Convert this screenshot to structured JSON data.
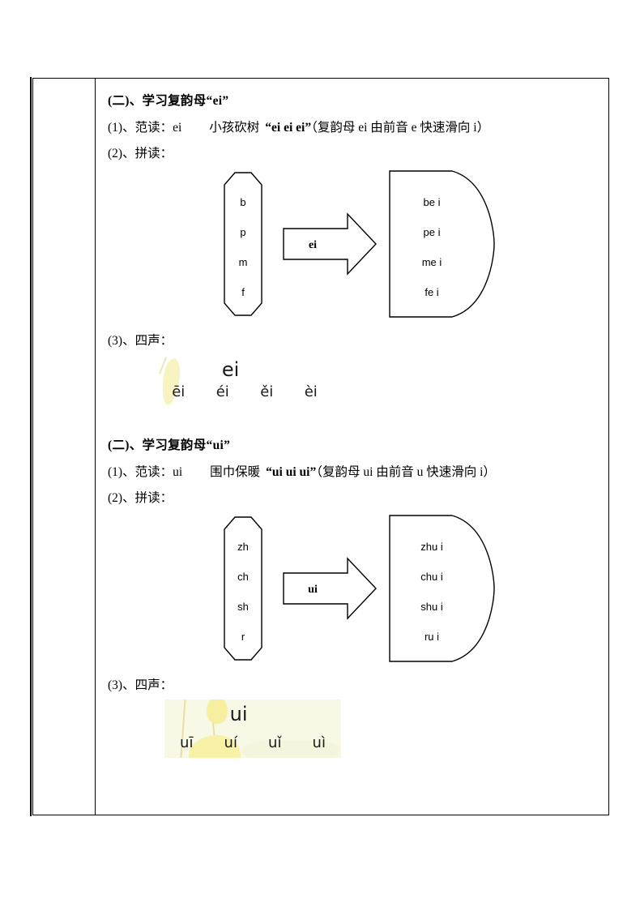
{
  "document": {
    "sections": [
      {
        "id": "ei",
        "heading": "(二)、学习复韵母“ei”",
        "line1": {
          "prefix": "(1)、范读：",
          "vowel": "ei",
          "mnemonic": "小孩砍树",
          "open_quote": "“",
          "repeat": "ei  ei  ei",
          "close_quote": "”",
          "note": "（复韵母 ei 由前音 e 快速滑向 i）"
        },
        "line2": "(2)、拼读：",
        "diagram": {
          "initials": [
            "b",
            "p",
            "m",
            "f"
          ],
          "arrow_label": "ei",
          "syllables": [
            "be i",
            "pe i",
            "me i",
            "fe i"
          ]
        },
        "line3": "(3)、四声：",
        "tones": {
          "big": "ei",
          "marks": [
            "ēi",
            "éi",
            "ěi",
            "èi"
          ]
        }
      },
      {
        "id": "ui",
        "heading": "(二)、学习复韵母“ui”",
        "line1": {
          "prefix": "(1)、范读：",
          "vowel": "ui",
          "mnemonic": "围巾保暖",
          "open_quote": "“",
          "repeat": "ui  ui  ui",
          "close_quote": "”",
          "note": "（复韵母 ui 由前音 u 快速滑向 i）"
        },
        "line2": "(2)、拼读：",
        "diagram": {
          "initials": [
            "zh",
            "ch",
            "sh",
            "r"
          ],
          "arrow_label": "ui",
          "syllables": [
            "zhu i",
            "chu i",
            "shu i",
            "ru i"
          ]
        },
        "line3": "(3)、四声：",
        "tones": {
          "big": "ui",
          "marks": [
            "uī",
            "uí",
            "uǐ",
            "uì"
          ]
        }
      }
    ],
    "colors": {
      "rule": "#000000",
      "text": "#000000",
      "tone_image_bg_ui": "#f8f8e6",
      "tone_image_leaf": "#f7f2b6"
    }
  }
}
